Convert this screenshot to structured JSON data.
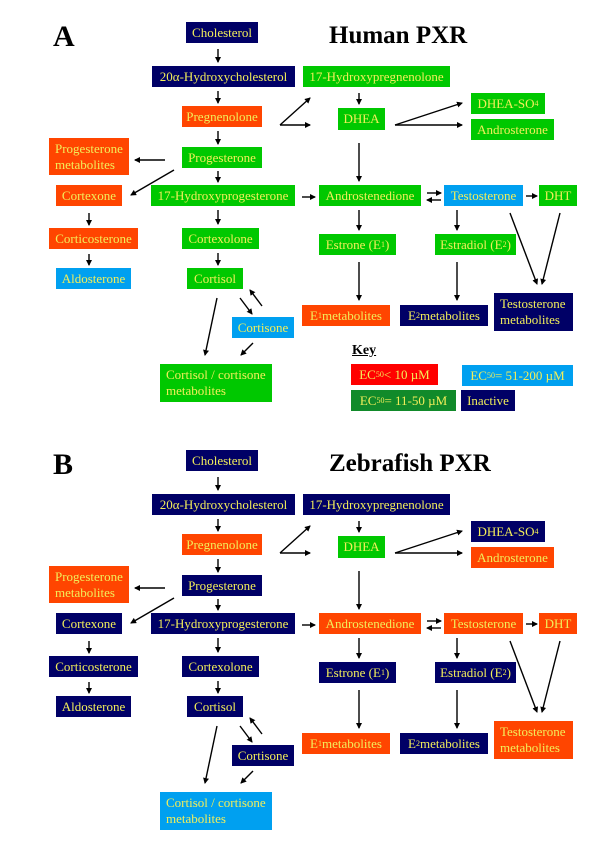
{
  "colors": {
    "inactive": "#000066",
    "lt10": "#ff4500",
    "11-50": "#00c800",
    "51-200": "#00a0f0",
    "key_lt10": "#ff0000",
    "key_11-50": "#118a2a",
    "text": "#f2ee5a"
  },
  "key": {
    "title": "Key",
    "items": [
      {
        "id": "k1",
        "pre": "EC",
        "sub": "50",
        "after": " < 10 µM",
        "status": "key_lt10"
      },
      {
        "id": "k2",
        "pre": "EC",
        "sub": "50",
        "after": " = 51-200 µM",
        "status": "51-200"
      },
      {
        "id": "k3",
        "pre": "EC",
        "sub": "50",
        "after": " = 11-50 µM",
        "status": "key_11-50"
      },
      {
        "id": "k4",
        "pre": "Inactive",
        "status": "inactive"
      }
    ]
  },
  "node_labels": {
    "cholesterol": {
      "pre": "Cholesterol"
    },
    "hydroxycholesterol": {
      "pre": "20α-Hydroxycholesterol"
    },
    "pregnenolone": {
      "pre": "Pregnenolone"
    },
    "hydroxypregnenolone": {
      "pre": "17-Hydroxypregnenolone"
    },
    "dhea": {
      "pre": "DHEA"
    },
    "dhea_so4": {
      "pre": "DHEA-SO",
      "sub": "4"
    },
    "androsterone": {
      "pre": "Androsterone"
    },
    "progesterone_metabolites": {
      "pre": "Progesterone metabolites"
    },
    "progesterone": {
      "pre": "Progesterone"
    },
    "cortexone": {
      "pre": "Cortexone"
    },
    "hydroxyprogesterone": {
      "pre": "17-Hydroxyprogesterone"
    },
    "androstenedione": {
      "pre": "Androstenedione"
    },
    "testosterone": {
      "pre": "Testosterone"
    },
    "dht": {
      "pre": "DHT"
    },
    "corticosterone": {
      "pre": "Corticosterone"
    },
    "cortexolone": {
      "pre": "Cortexolone"
    },
    "estrone": {
      "pre": "Estrone (E",
      "sub": "1",
      "after": ")"
    },
    "estradiol": {
      "pre": "Estradiol (E",
      "sub": "2",
      "after": ")"
    },
    "aldosterone": {
      "pre": "Aldosterone"
    },
    "cortisol": {
      "pre": "Cortisol"
    },
    "cortisone": {
      "pre": "Cortisone"
    },
    "e1_metabolites": {
      "pre": "E",
      "sub": "1",
      "after": " metabolites"
    },
    "e2_metabolites": {
      "pre": "E",
      "sub": "2",
      "after": " metabolites"
    },
    "testosterone_metabolites": {
      "pre": "Testosterone metabolites"
    },
    "cortisol_metabolites": {
      "pre": "Cortisol / cortisone metabolites"
    }
  },
  "panels": [
    {
      "label": "A",
      "title": "Human PXR",
      "show_key": true,
      "status": {
        "cholesterol": "inactive",
        "hydroxycholesterol": "inactive",
        "pregnenolone": "lt10",
        "hydroxypregnenolone": "11-50",
        "dhea": "11-50",
        "dhea_so4": "11-50",
        "androsterone": "11-50",
        "progesterone_metabolites": "lt10",
        "progesterone": "11-50",
        "cortexone": "lt10",
        "hydroxyprogesterone": "11-50",
        "androstenedione": "11-50",
        "testosterone": "51-200",
        "dht": "11-50",
        "corticosterone": "lt10",
        "cortexolone": "11-50",
        "estrone": "11-50",
        "estradiol": "11-50",
        "aldosterone": "51-200",
        "cortisol": "11-50",
        "cortisone": "51-200",
        "e1_metabolites": "lt10",
        "e2_metabolites": "inactive",
        "testosterone_metabolites": "inactive",
        "cortisol_metabolites": "11-50"
      }
    },
    {
      "label": "B",
      "title": "Zebrafish PXR",
      "show_key": false,
      "status": {
        "cholesterol": "inactive",
        "hydroxycholesterol": "inactive",
        "pregnenolone": "lt10",
        "hydroxypregnenolone": "inactive",
        "dhea": "11-50",
        "dhea_so4": "inactive",
        "androsterone": "lt10",
        "progesterone_metabolites": "lt10",
        "progesterone": "inactive",
        "cortexone": "inactive",
        "hydroxyprogesterone": "inactive",
        "androstenedione": "lt10",
        "testosterone": "lt10",
        "dht": "lt10",
        "corticosterone": "inactive",
        "cortexolone": "inactive",
        "estrone": "inactive",
        "estradiol": "inactive",
        "aldosterone": "inactive",
        "cortisol": "inactive",
        "cortisone": "inactive",
        "e1_metabolites": "lt10",
        "e2_metabolites": "inactive",
        "testosterone_metabolites": "lt10",
        "cortisol_metabolites": "51-200"
      }
    }
  ]
}
